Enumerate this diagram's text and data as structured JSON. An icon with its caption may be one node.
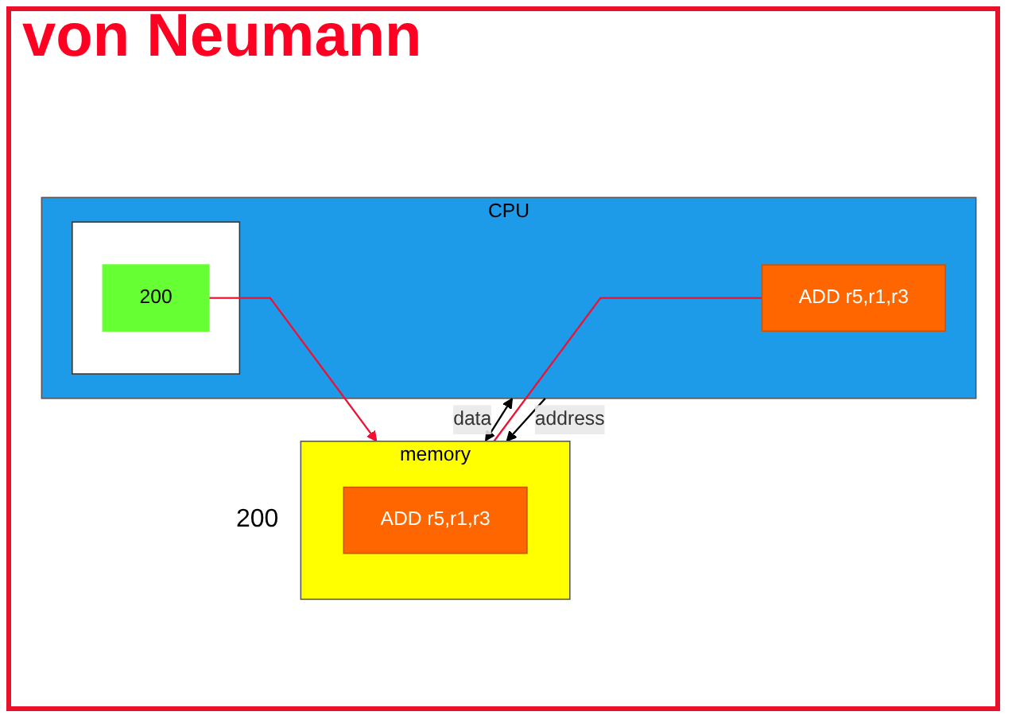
{
  "diagram": {
    "title": "von Neumann",
    "nodes": [
      {
        "text": [
          "memory"
        ]
      },
      {
        "text": [
          "ADD r5,r1,r3"
        ],
        "in": 0,
        "beside": [
          "200"
        ]
      },
      {
        "text": [
          "CPU"
        ]
      },
      {
        "text": [],
        "shape": "box",
        "in": 2
      },
      {
        "text": [
          "200"
        ],
        "in": 3
      },
      {
        "text": [
          "ADD r5,r1,r3"
        ],
        "in": 2
      }
    ],
    "edges": [
      {
        "from": 2,
        "to": 0,
        "arrow": "to",
        "label": "address"
      },
      {
        "from": 0,
        "to": 2,
        "arrow": "both",
        "label": "data"
      },
      {
        "from": 4,
        "to": 0,
        "arrow": "to",
        "color": "#ee1133"
      },
      {
        "from": 0,
        "to": 5,
        "arrow": "none",
        "color": "#ee1133"
      }
    ]
  }
}
